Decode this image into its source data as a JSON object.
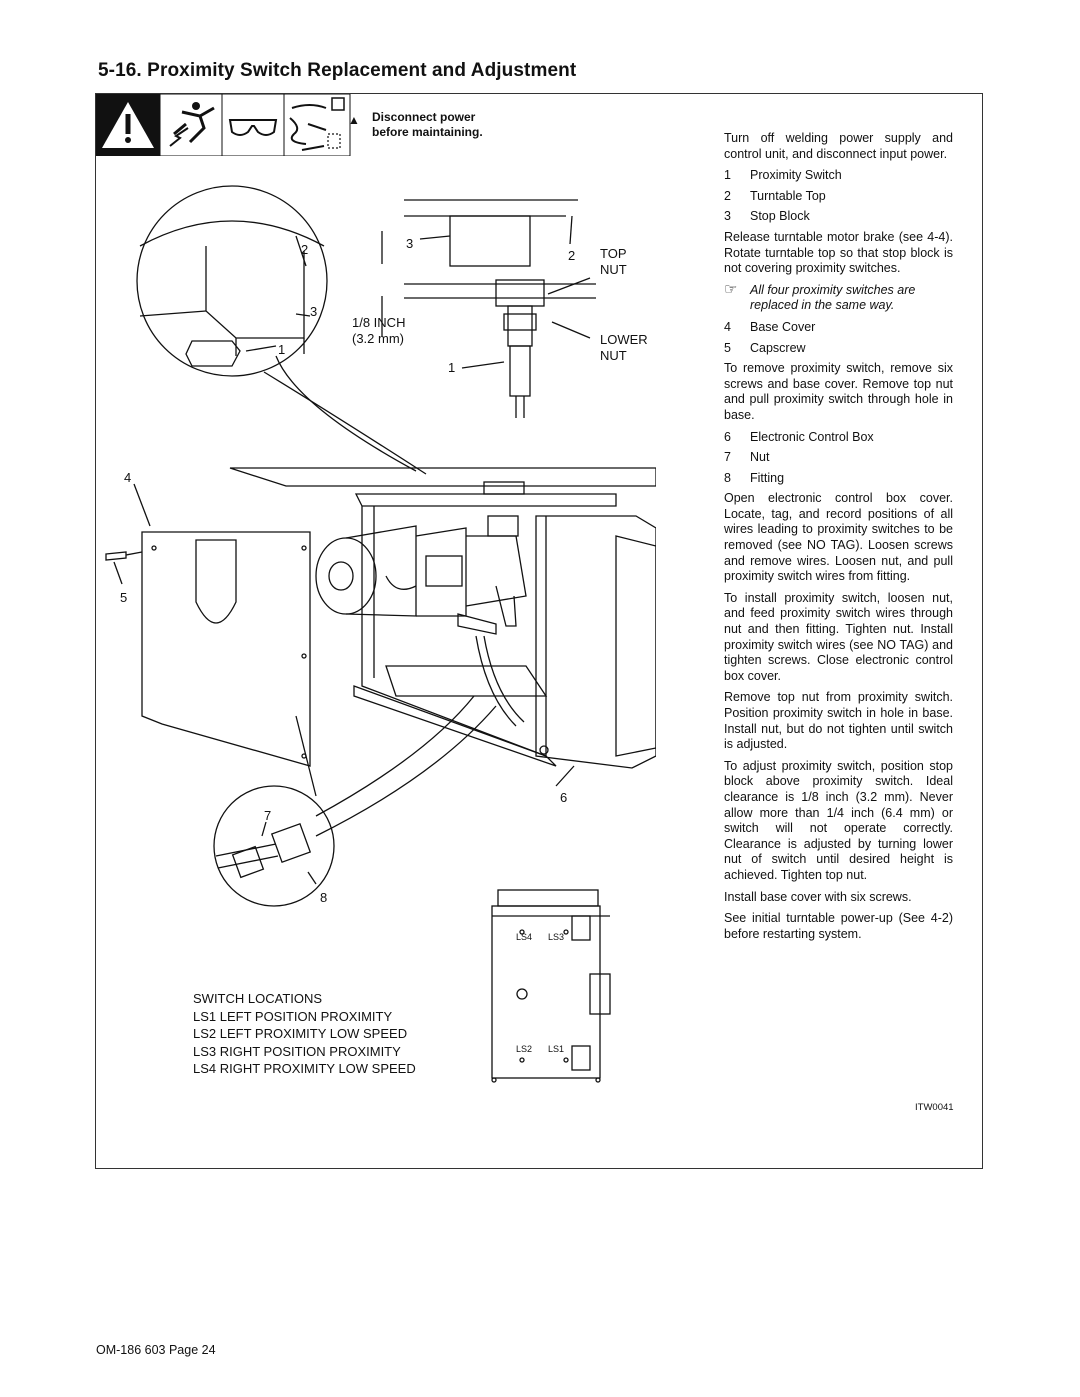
{
  "title": "5-16. Proximity Switch Replacement and Adjustment",
  "warning": {
    "text_line1": "Disconnect power",
    "text_line2": "before maintaining."
  },
  "icons": [
    "warning-triangle-icon",
    "electric-shock-icon",
    "safety-glasses-icon",
    "hazard-icon"
  ],
  "diagram": {
    "callouts": {
      "n1": "1",
      "n2": "2",
      "n3": "3",
      "n4": "4",
      "n5": "5",
      "n6": "6",
      "n7": "7",
      "n8": "8",
      "top_nut_1": "TOP",
      "top_nut_2": "NUT",
      "lower_nut_1": "LOWER",
      "lower_nut_2": "NUT",
      "gap_1": "1/8 INCH",
      "gap_2": "(3.2 mm)",
      "ls4": "LS4",
      "ls3": "LS3",
      "ls2": "LS2",
      "ls1": "LS1"
    }
  },
  "switch_locations": {
    "heading": "SWITCH LOCATIONS",
    "items": [
      "LS1  LEFT POSITION PROXIMITY",
      "LS2  LEFT PROXIMITY LOW SPEED",
      "LS3  RIGHT POSITION PROXIMITY",
      "LS4  RIGHT PROXIMITY LOW SPEED"
    ]
  },
  "instructions": {
    "p1": "Turn off welding power supply and control unit, and disconnect input power.",
    "items_a": [
      {
        "num": "1",
        "label": "Proximity Switch"
      },
      {
        "num": "2",
        "label": "Turntable Top"
      },
      {
        "num": "3",
        "label": "Stop Block"
      }
    ],
    "p2": "Release turntable motor brake (see 4-4). Rotate turntable top so that stop block is not covering proximity switches.",
    "note": "All four proximity switches are replaced in the same way.",
    "items_b": [
      {
        "num": "4",
        "label": "Base Cover"
      },
      {
        "num": "5",
        "label": "Capscrew"
      }
    ],
    "p3": "To remove proximity switch, remove six screws and base cover. Remove top nut and pull proximity switch through hole in base.",
    "items_c": [
      {
        "num": "6",
        "label": "Electronic Control Box"
      },
      {
        "num": "7",
        "label": "Nut"
      },
      {
        "num": "8",
        "label": "Fitting"
      }
    ],
    "p4": "Open electronic control box cover. Locate, tag, and record positions of all wires leading to proximity switches to be removed (see NO TAG). Loosen screws and remove wires. Loosen nut, and pull proximity switch wires from fitting.",
    "p5": "To install proximity switch, loosen nut, and feed proximity switch wires through nut and then fitting. Tighten nut. Install proximity switch wires (see NO TAG) and tighten screws. Close electronic control box cover.",
    "p6": "Remove top nut from proximity switch. Position proximity switch in hole in base. Install nut, but do not tighten until switch is adjusted.",
    "p7": "To adjust proximity switch, position stop block above proximity switch. Ideal clearance is 1/8 inch (3.2 mm). Never allow more than 1/4 inch (6.4 mm) or switch will not operate correctly. Clearance is adjusted by turning lower nut of switch until desired height is achieved. Tighten top nut.",
    "p8": "Install base cover with six screws.",
    "p9": "See initial turntable power-up (See 4-2) before restarting system."
  },
  "figure_code": "ITW0041",
  "footer": "OM-186 603 Page 24"
}
